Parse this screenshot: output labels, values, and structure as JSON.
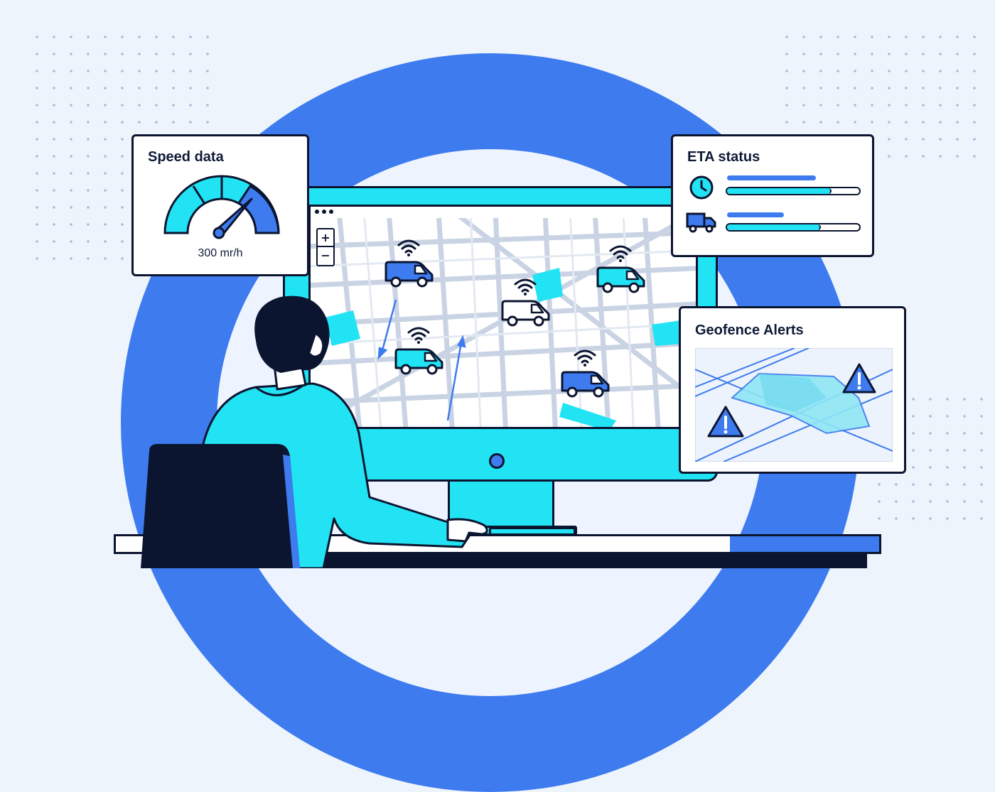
{
  "colors": {
    "background": "#eef4fc",
    "brand_blue": "#3d7bef",
    "cyan": "#22e3f3",
    "outline": "#0b1530",
    "white": "#ffffff"
  },
  "speed_card": {
    "title": "Speed data",
    "reading": "300 mr/h",
    "icon": "speedometer-gauge-icon"
  },
  "eta_card": {
    "title": "ETA status",
    "rows": [
      {
        "icon": "clock-icon",
        "progress": 0.78
      },
      {
        "icon": "truck-icon",
        "progress": 0.7
      }
    ]
  },
  "geofence_card": {
    "title": "Geofence Alerts",
    "icon": "warning-triangle-icon"
  },
  "map": {
    "zoom_in_label": "+",
    "zoom_out_label": "−",
    "vehicles": [
      {
        "icon": "delivery-van-icon",
        "color": "#3d7bef"
      },
      {
        "icon": "delivery-van-icon",
        "color": "#22e3f3"
      },
      {
        "icon": "delivery-van-icon",
        "color": "#ffffff"
      },
      {
        "icon": "delivery-van-icon",
        "color": "#22e3f3"
      },
      {
        "icon": "delivery-van-icon",
        "color": "#3d7bef"
      }
    ]
  }
}
